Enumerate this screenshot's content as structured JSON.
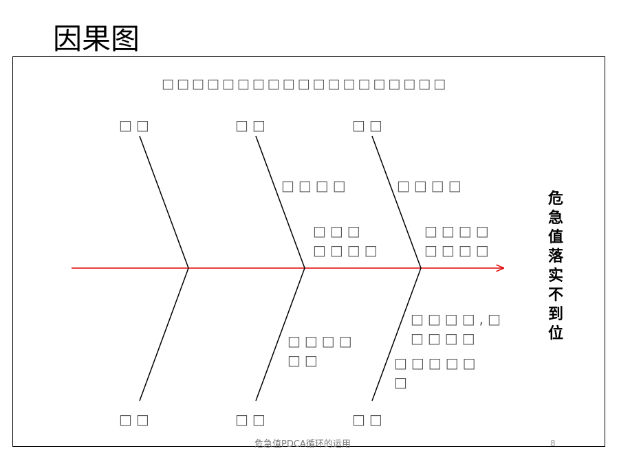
{
  "slide": {
    "title": "因果图",
    "subtitle": "□□□□□□□□□□□□□□□□□□□",
    "effect": "危急值落实不到位",
    "footer": "危急值PDCA循环的运用",
    "page_number": "8"
  },
  "diagram": {
    "top_categories": [
      "□□",
      "□□",
      "□□"
    ],
    "bottom_categories": [
      "□□",
      "□□",
      "□□"
    ],
    "causes": [
      "□□□□",
      "□□□□",
      "□□□\n□□□□",
      "□□□□\n□□□□",
      "□□□□,□\n□□□□",
      "□□□□\n□□",
      "□□□□□\n□"
    ],
    "colors": {
      "spine": "#e00000",
      "bones": "#000000"
    }
  }
}
